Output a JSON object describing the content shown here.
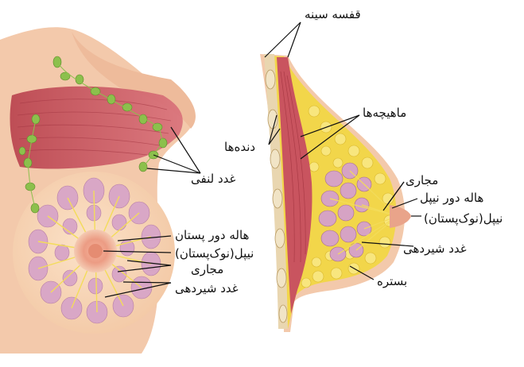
{
  "labels": {
    "rib_cage": "قفسه سینه",
    "muscles": "ماهیچه‌ها",
    "ribs": "دنده‌ها",
    "lymph_nodes": "غدد لنفی",
    "ducts_right": "مجاری",
    "areola_right": "هاله دور نیپل",
    "nipple_right": "نیپل(نوک‌پستان)",
    "mammary_right": "غدد شیردهی",
    "fat_tissue": "بستره",
    "areola_left": "هاله دور پستان",
    "nipple_left": "نیپل(نوک‌پستان)",
    "ducts_left": "مجاری",
    "mammary_left": "غدد شیردهی"
  },
  "colors": {
    "skin": "#f3c9ab",
    "muscle": "#c9545f",
    "fat": "#f2d64a",
    "gland": "#d6a3c4",
    "lymph": "#8cc04c",
    "line": "#111111"
  }
}
